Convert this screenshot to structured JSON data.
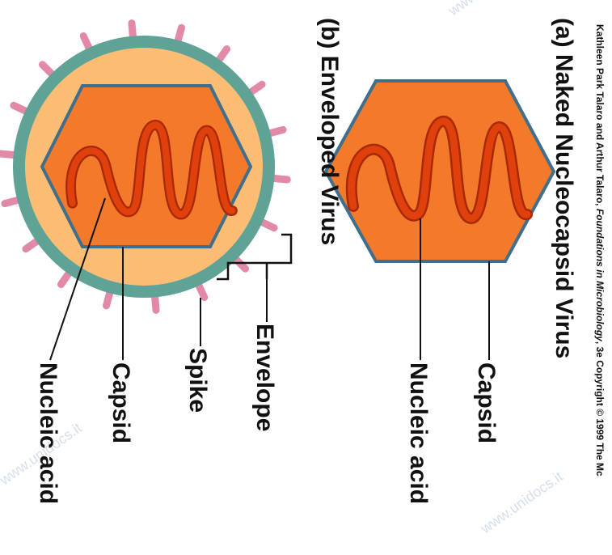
{
  "credit": {
    "text_plain": "Kathleen Park Talaro and Arthur Talaro, ",
    "text_italic": "Foundations in Microbiology",
    "text_tail": ", 3e Copyright © 1999 The Mc"
  },
  "panel_a": {
    "title": "(a) Naked Nucleocapsid Virus",
    "labels": {
      "capsid": "Capsid",
      "nucleic_acid": "Nucleic acid"
    }
  },
  "panel_b": {
    "title": "(b) Enveloped Virus",
    "labels": {
      "envelope": "Envelope",
      "spike": "Spike",
      "capsid": "Capsid",
      "nucleic_acid": "Nucleic acid"
    }
  },
  "watermark": "www.unidocs.it",
  "colors": {
    "capsid_fill": "#f27a2a",
    "capsid_edge": "#3f6f8c",
    "envelope_inner": "#fbbd74",
    "envelope_ring": "#5fa397",
    "spike": "#e289a8",
    "nucleic_acid": "#e0400c",
    "nucleic_acid_dark": "#a82a05"
  }
}
